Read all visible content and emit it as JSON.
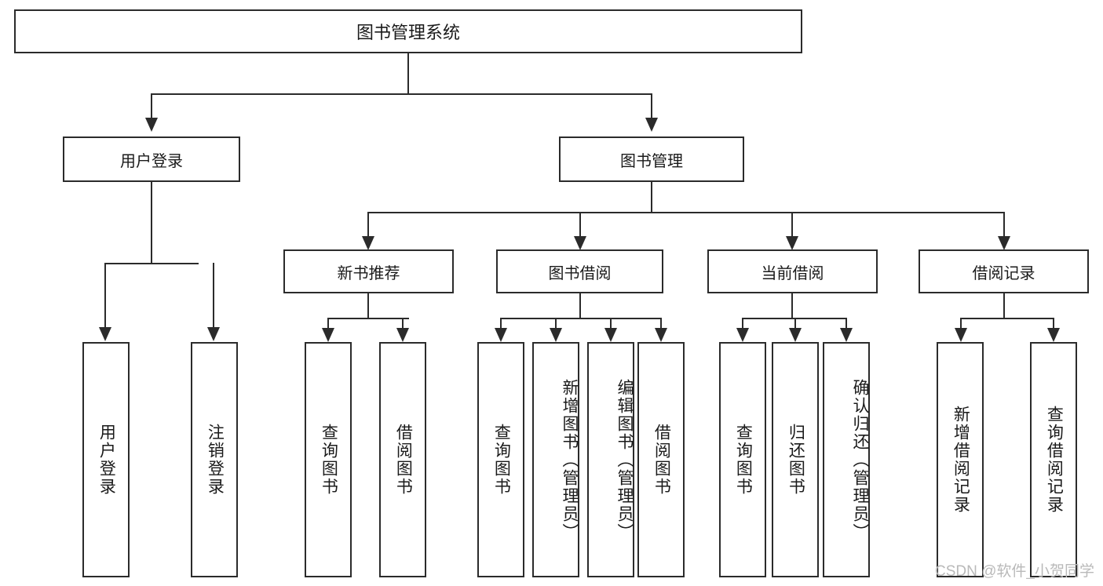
{
  "diagram": {
    "title": "图书管理系统",
    "type": "hierarchy-tree",
    "root": {
      "label": "图书管理系统"
    },
    "level2": [
      {
        "label": "用户登录"
      },
      {
        "label": "图书管理"
      }
    ],
    "level3": [
      {
        "label": "新书推荐"
      },
      {
        "label": "图书借阅"
      },
      {
        "label": "当前借阅"
      },
      {
        "label": "借阅记录"
      }
    ],
    "leaves": [
      {
        "label": "用户登录",
        "parent": "用户登录"
      },
      {
        "label": "注销登录",
        "parent": "用户登录"
      },
      {
        "label": "查询图书",
        "parent": "新书推荐"
      },
      {
        "label": "借阅图书",
        "parent": "新书推荐"
      },
      {
        "label": "查询图书",
        "parent": "图书借阅"
      },
      {
        "label": "新增图书（管理员）",
        "parent": "图书借阅"
      },
      {
        "label": "编辑图书（管理员）",
        "parent": "图书借阅"
      },
      {
        "label": "借阅图书",
        "parent": "图书借阅"
      },
      {
        "label": "查询图书",
        "parent": "当前借阅"
      },
      {
        "label": "归还图书",
        "parent": "当前借阅"
      },
      {
        "label": "确认归还（管理员）",
        "parent": "当前借阅"
      },
      {
        "label": "新增借阅记录",
        "parent": "借阅记录"
      },
      {
        "label": "查询借阅记录",
        "parent": "借阅记录"
      }
    ]
  },
  "watermark": {
    "text": "CSDN @软件_小贺同学"
  },
  "colors": {
    "stroke": "#2b2b2b",
    "background": "#ffffff",
    "text": "#1a1a1a",
    "watermark": "#b9b9b9"
  }
}
